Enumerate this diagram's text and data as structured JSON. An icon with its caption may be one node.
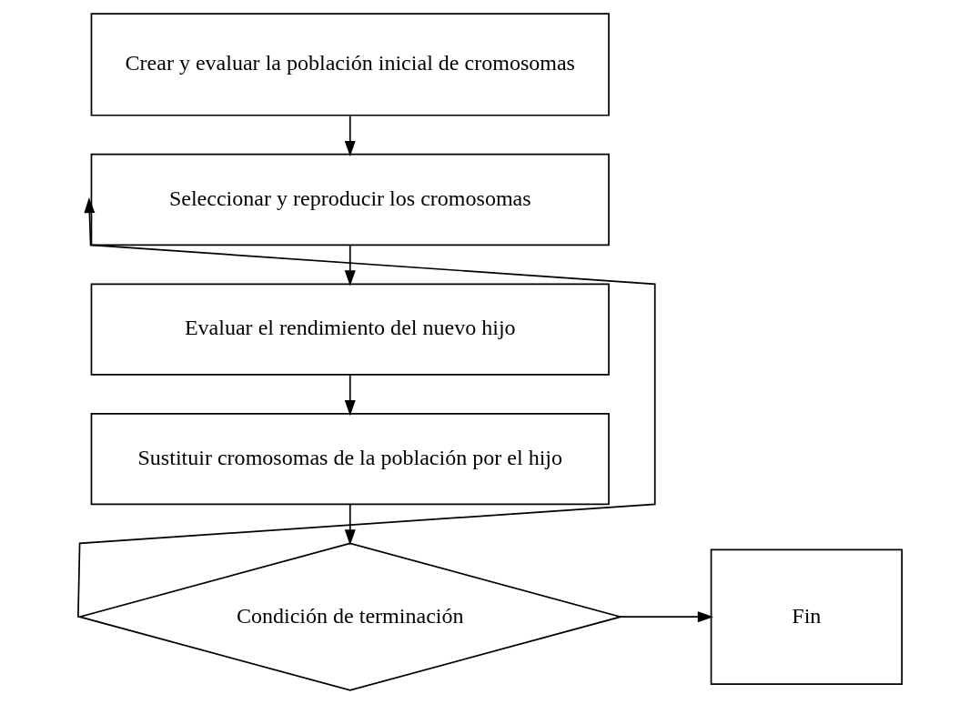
{
  "diagram": {
    "nodes": [
      {
        "text": [
          "Crear y evaluar la población inicial de cromosomas"
        ]
      },
      {
        "text": [
          "Seleccionar y reproducir los cromosomas"
        ]
      },
      {
        "text": [
          "Evaluar el rendimiento del nuevo hijo"
        ]
      },
      {
        "text": [
          "Sustituir cromosomas de la población por el hijo"
        ]
      },
      {
        "text": [
          "Condición de terminación"
        ]
      },
      {
        "text": [
          "Fin"
        ]
      }
    ],
    "edges": [
      {
        "from": 0,
        "to": 1,
        "arrow": "to"
      },
      {
        "from": 1,
        "to": 2,
        "arrow": "to"
      },
      {
        "from": 2,
        "to": 3,
        "arrow": "to"
      },
      {
        "from": 3,
        "to": 4,
        "arrow": "to"
      },
      {
        "from": 4,
        "to": 1,
        "arrow": "to"
      },
      {
        "from": 4,
        "to": 5,
        "arrow": "to"
      }
    ]
  }
}
